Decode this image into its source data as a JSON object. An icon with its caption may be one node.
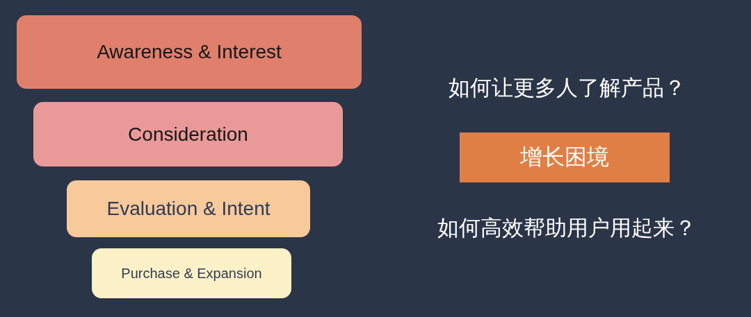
{
  "diagram": {
    "nodes": [
      {
        "text": [
          "Awareness & Interest"
        ]
      },
      {
        "text": [
          "Consideration"
        ]
      },
      {
        "text": [
          "Evaluation & Intent"
        ]
      },
      {
        "text": [
          "Purchase & Expansion"
        ]
      },
      {
        "text": [
          "增长困境"
        ]
      }
    ],
    "labels": [
      "如何让更多人了解产品？",
      "如何高效帮助用户用起来？"
    ]
  }
}
